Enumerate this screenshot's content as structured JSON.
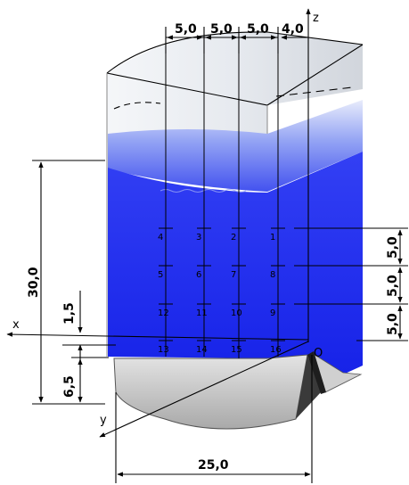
{
  "axes": {
    "x": "x",
    "y": "y",
    "z": "z",
    "origin": "O"
  },
  "dimensions": {
    "top_spacings": [
      "5,0",
      "5,0",
      "5,0",
      "4,0"
    ],
    "right_spacings": [
      "5,0",
      "5,0",
      "5,0"
    ],
    "height_total": "30,0",
    "offset_small": "1,5",
    "bottom_rise": "6,5",
    "width": "25,0"
  },
  "probes": [
    {
      "id": "1",
      "col": 3,
      "row": 0
    },
    {
      "id": "2",
      "col": 2,
      "row": 0
    },
    {
      "id": "3",
      "col": 1,
      "row": 0
    },
    {
      "id": "4",
      "col": 0,
      "row": 0
    },
    {
      "id": "5",
      "col": 0,
      "row": 1
    },
    {
      "id": "6",
      "col": 1,
      "row": 1
    },
    {
      "id": "7",
      "col": 2,
      "row": 1
    },
    {
      "id": "8",
      "col": 3,
      "row": 1
    },
    {
      "id": "9",
      "col": 3,
      "row": 2
    },
    {
      "id": "10",
      "col": 2,
      "row": 2
    },
    {
      "id": "11",
      "col": 1,
      "row": 2
    },
    {
      "id": "12",
      "col": 0,
      "row": 2
    },
    {
      "id": "13",
      "col": 0,
      "row": 3
    },
    {
      "id": "14",
      "col": 1,
      "row": 3
    },
    {
      "id": "15",
      "col": 2,
      "row": 3
    },
    {
      "id": "16",
      "col": 3,
      "row": 3
    }
  ],
  "colors": {
    "water": "#1e28ee",
    "water_surface": "#8c9cf6",
    "glass": "#e4e8ee",
    "base": "#c8c8c8",
    "base_dark": "#2a2a2a"
  }
}
